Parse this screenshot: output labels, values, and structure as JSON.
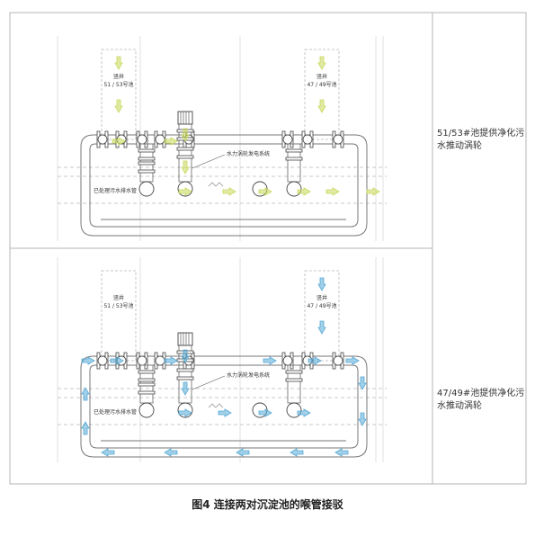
{
  "caption": "图4  连接两对沉淀池的喉管接驳",
  "colors": {
    "frame": "#b5b5b5",
    "pipe": "#777777",
    "dash": "#b9b9b9",
    "arrow_green": "#c8d85a",
    "arrow_blue": "#55a9d6"
  },
  "panels": [
    {
      "id": "top",
      "note": "51/53#池提供净化污水推动涡轮",
      "shaft_left": {
        "line1": "竖井",
        "line2": "51 / 53号池"
      },
      "shaft_right": {
        "line1": "竖井",
        "line2": "47 / 49号池"
      },
      "turbine_label": "水力涡轮发电系统",
      "drain_label": "已处理污水排水管",
      "flow_color": "green"
    },
    {
      "id": "bottom",
      "note": "47/49#池提供净化污水推动涡轮",
      "shaft_left": {
        "line1": "竖井",
        "line2": "51 / 53号池"
      },
      "shaft_right": {
        "line1": "竖井",
        "line2": "47 / 49号池"
      },
      "turbine_label": "水力涡轮发电系统",
      "drain_label": "已处理污水排水管",
      "flow_color": "blue"
    }
  ]
}
